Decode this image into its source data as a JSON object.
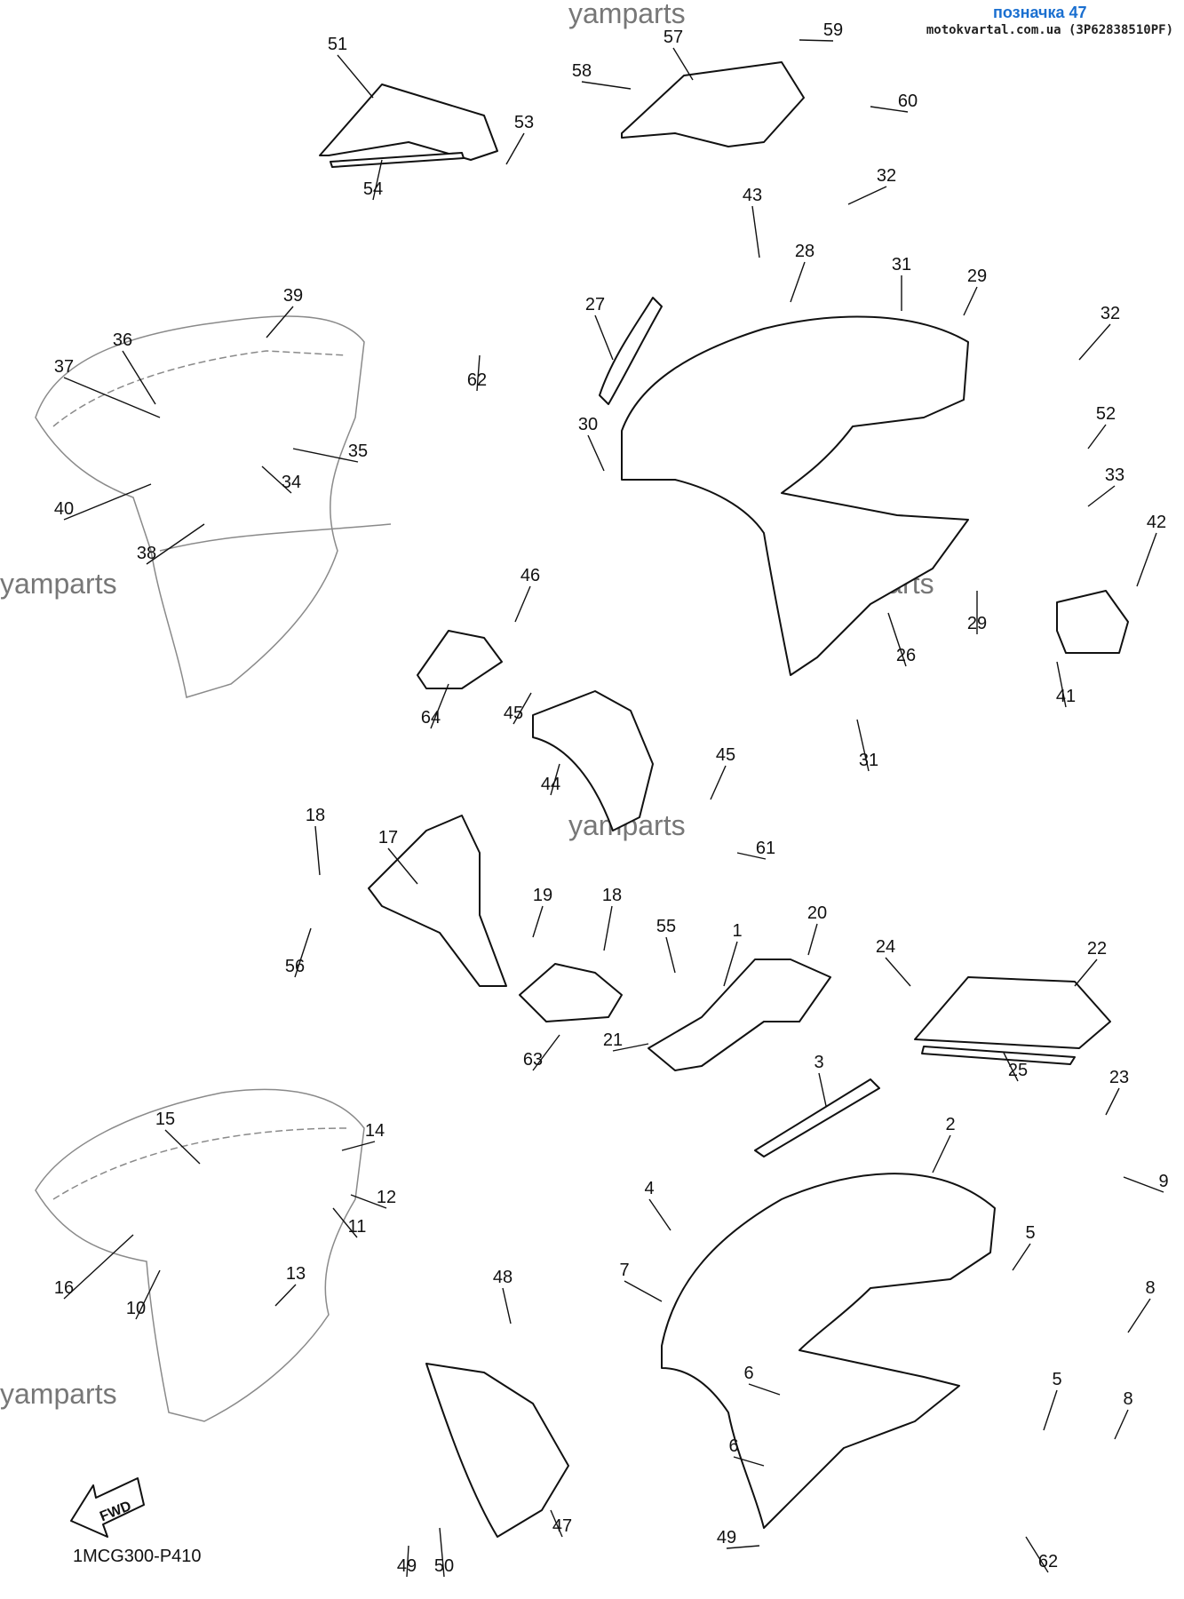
{
  "header": {
    "badge": "позначка 47",
    "source": "motokvartal.com.ua (3P62838510PF)"
  },
  "watermark": "yamparts",
  "diagram_code": "1MCG300-P410",
  "fwd_label": "FWD",
  "callouts": [
    "51",
    "57",
    "59",
    "58",
    "60",
    "53",
    "54",
    "32",
    "43",
    "28",
    "31",
    "29",
    "32",
    "27",
    "52",
    "33",
    "30",
    "39",
    "36",
    "37",
    "35",
    "34",
    "40",
    "38",
    "62",
    "26",
    "42",
    "46",
    "29",
    "41",
    "64",
    "45",
    "44",
    "45",
    "31",
    "61",
    "18",
    "17",
    "19",
    "18",
    "55",
    "1",
    "20",
    "24",
    "22",
    "56",
    "63",
    "21",
    "25",
    "3",
    "23",
    "15",
    "14",
    "12",
    "11",
    "16",
    "10",
    "13",
    "2",
    "9",
    "4",
    "5",
    "8",
    "48",
    "7",
    "6",
    "5",
    "8",
    "6",
    "47",
    "49",
    "50",
    "49",
    "62"
  ],
  "colors": {
    "line": "#111111",
    "ghost": "#8a8a8a",
    "watermark": "#777777",
    "badge": "#1a6fd0"
  }
}
